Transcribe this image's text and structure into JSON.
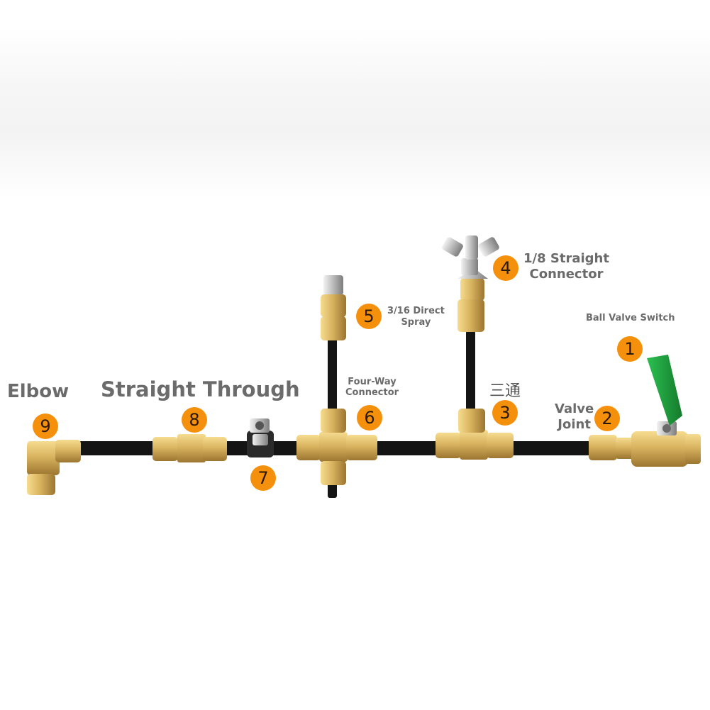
{
  "labels": {
    "elbow": "Elbow",
    "straight_through": "Straight Through",
    "four_way_line1": "Four-Way",
    "four_way_line2": "Connector",
    "direct_spray_line1": "3/16 Direct",
    "direct_spray_line2": "Spray",
    "straight_connector_line1": "1/8 Straight",
    "straight_connector_line2": "Connector",
    "tee_cn": "三通",
    "valve_joint_line1": "Valve",
    "valve_joint_line2": "Joint",
    "ball_valve": "Ball Valve Switch"
  },
  "badges": {
    "b1": "1",
    "b2": "2",
    "b3": "3",
    "b4": "4",
    "b5": "5",
    "b6": "6",
    "b7": "7",
    "b8": "8",
    "b9": "9"
  },
  "colors": {
    "badge": "#f5900c",
    "brass": "#d9b460",
    "tube": "#141414",
    "valve_handle": "#1f9d3c",
    "label_text": "#6b6b6b"
  }
}
